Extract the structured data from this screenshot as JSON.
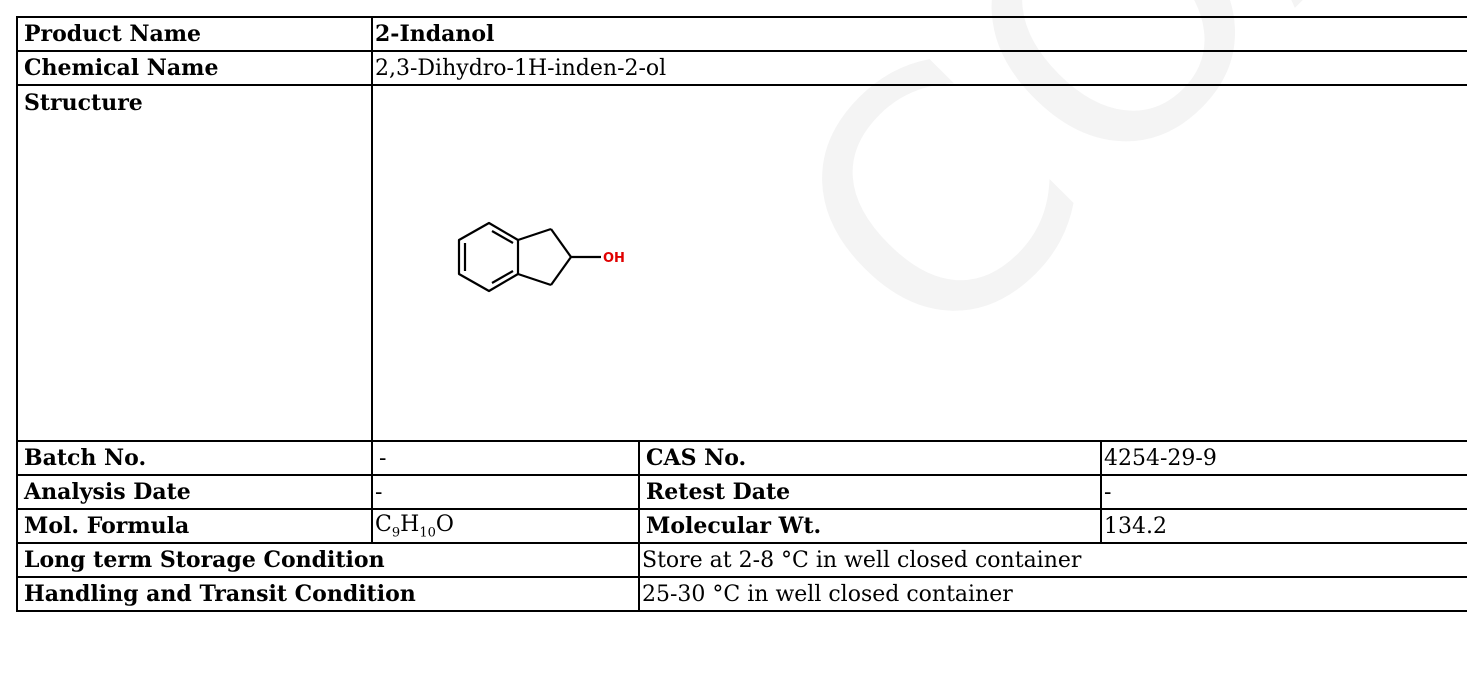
{
  "watermark": "COA",
  "product": {
    "label": "Product Name",
    "value": "2-Indanol"
  },
  "chemical_name": {
    "label": "Chemical Name",
    "value": "2,3-Dihydro-1H-inden-2-ol"
  },
  "structure": {
    "label": "Structure",
    "oh_label": "OH"
  },
  "batch": {
    "label": "Batch No.",
    "value": "-"
  },
  "cas": {
    "label": "CAS No.",
    "value": "4254-29-9"
  },
  "analysis_date": {
    "label": "Analysis Date",
    "value": "-"
  },
  "retest_date": {
    "label": "Retest Date",
    "value": "-"
  },
  "formula": {
    "label": "Mol. Formula",
    "c": "C",
    "c_n": "9",
    "h": "H",
    "h_n": "10",
    "o": "O"
  },
  "mol_wt": {
    "label": "Molecular Wt.",
    "value": "134.2"
  },
  "storage": {
    "label": "Long term Storage Condition",
    "value": "Store at 2-8 °C in well closed container"
  },
  "handling": {
    "label": "Handling and Transit Condition",
    "value": "25-30 °C in well closed container"
  }
}
